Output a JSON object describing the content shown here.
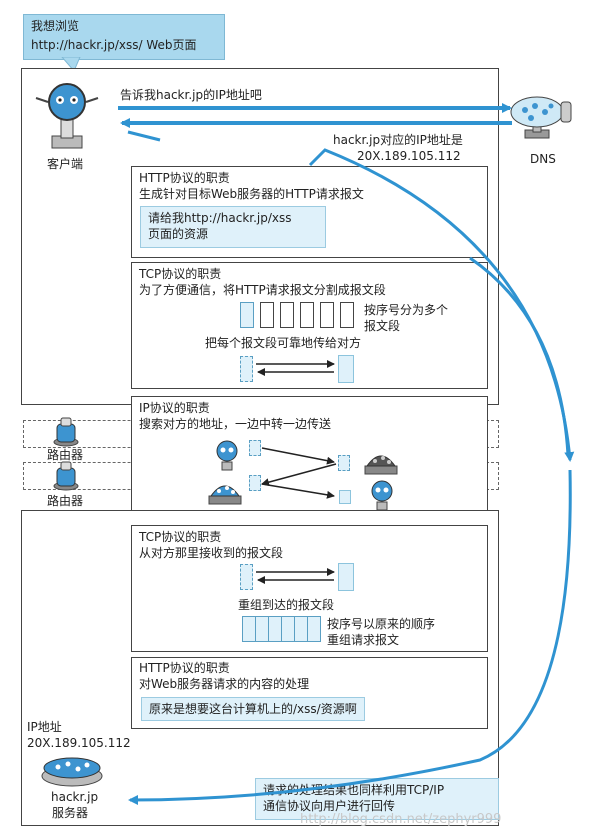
{
  "bubble": {
    "line1": "我想浏览",
    "line2": "http://hackr.jp/xss/ Web页面"
  },
  "client": {
    "label": "客户端"
  },
  "dns": {
    "label": "DNS",
    "request": "告诉我hackr.jp的IP地址吧",
    "response1": "hackr.jp对应的IP地址是",
    "response2": "20X.189.105.112"
  },
  "http_client": {
    "title": "HTTP协议的职责",
    "desc": "生成针对目标Web服务器的HTTP请求报文",
    "callout1": "请给我http://hackr.jp/xss",
    "callout2": "页面的资源"
  },
  "tcp_client": {
    "title": "TCP协议的职责",
    "desc": "为了方便通信，将HTTP请求报文分割成报文段",
    "note1": "按序号分为多个",
    "note2": "报文段",
    "note3": "把每个报文段可靠地传给对方"
  },
  "ip": {
    "title": "IP协议的职责",
    "desc": "搜索对方的地址，一边中转一边传送"
  },
  "router1": {
    "label": "路由器"
  },
  "router2": {
    "label": "路由器"
  },
  "tcp_server": {
    "title": "TCP协议的职责",
    "desc": "从对方那里接收到的报文段",
    "note1": "重组到达的报文段",
    "note2": "按序号以原来的顺序",
    "note3": "重组请求报文"
  },
  "http_server": {
    "title": "HTTP协议的职责",
    "desc": "对Web服务器请求的内容的处理",
    "callout": "原来是想要这台计算机上的/xss/资源啊"
  },
  "server": {
    "ip_label": "IP地址",
    "ip": "20X.189.105.112",
    "name1": "hackr.jp",
    "name2": "服务器"
  },
  "reply": {
    "line1": "请求的处理结果也同样利用TCP/IP",
    "line2": "通信协议向用户进行回传"
  },
  "watermark": "http://blog.csdn.net/zephyr999",
  "colors": {
    "arrow_blue": "#2f93d1",
    "bubble": "#a9d8ee",
    "callout": "#dff1fa"
  }
}
